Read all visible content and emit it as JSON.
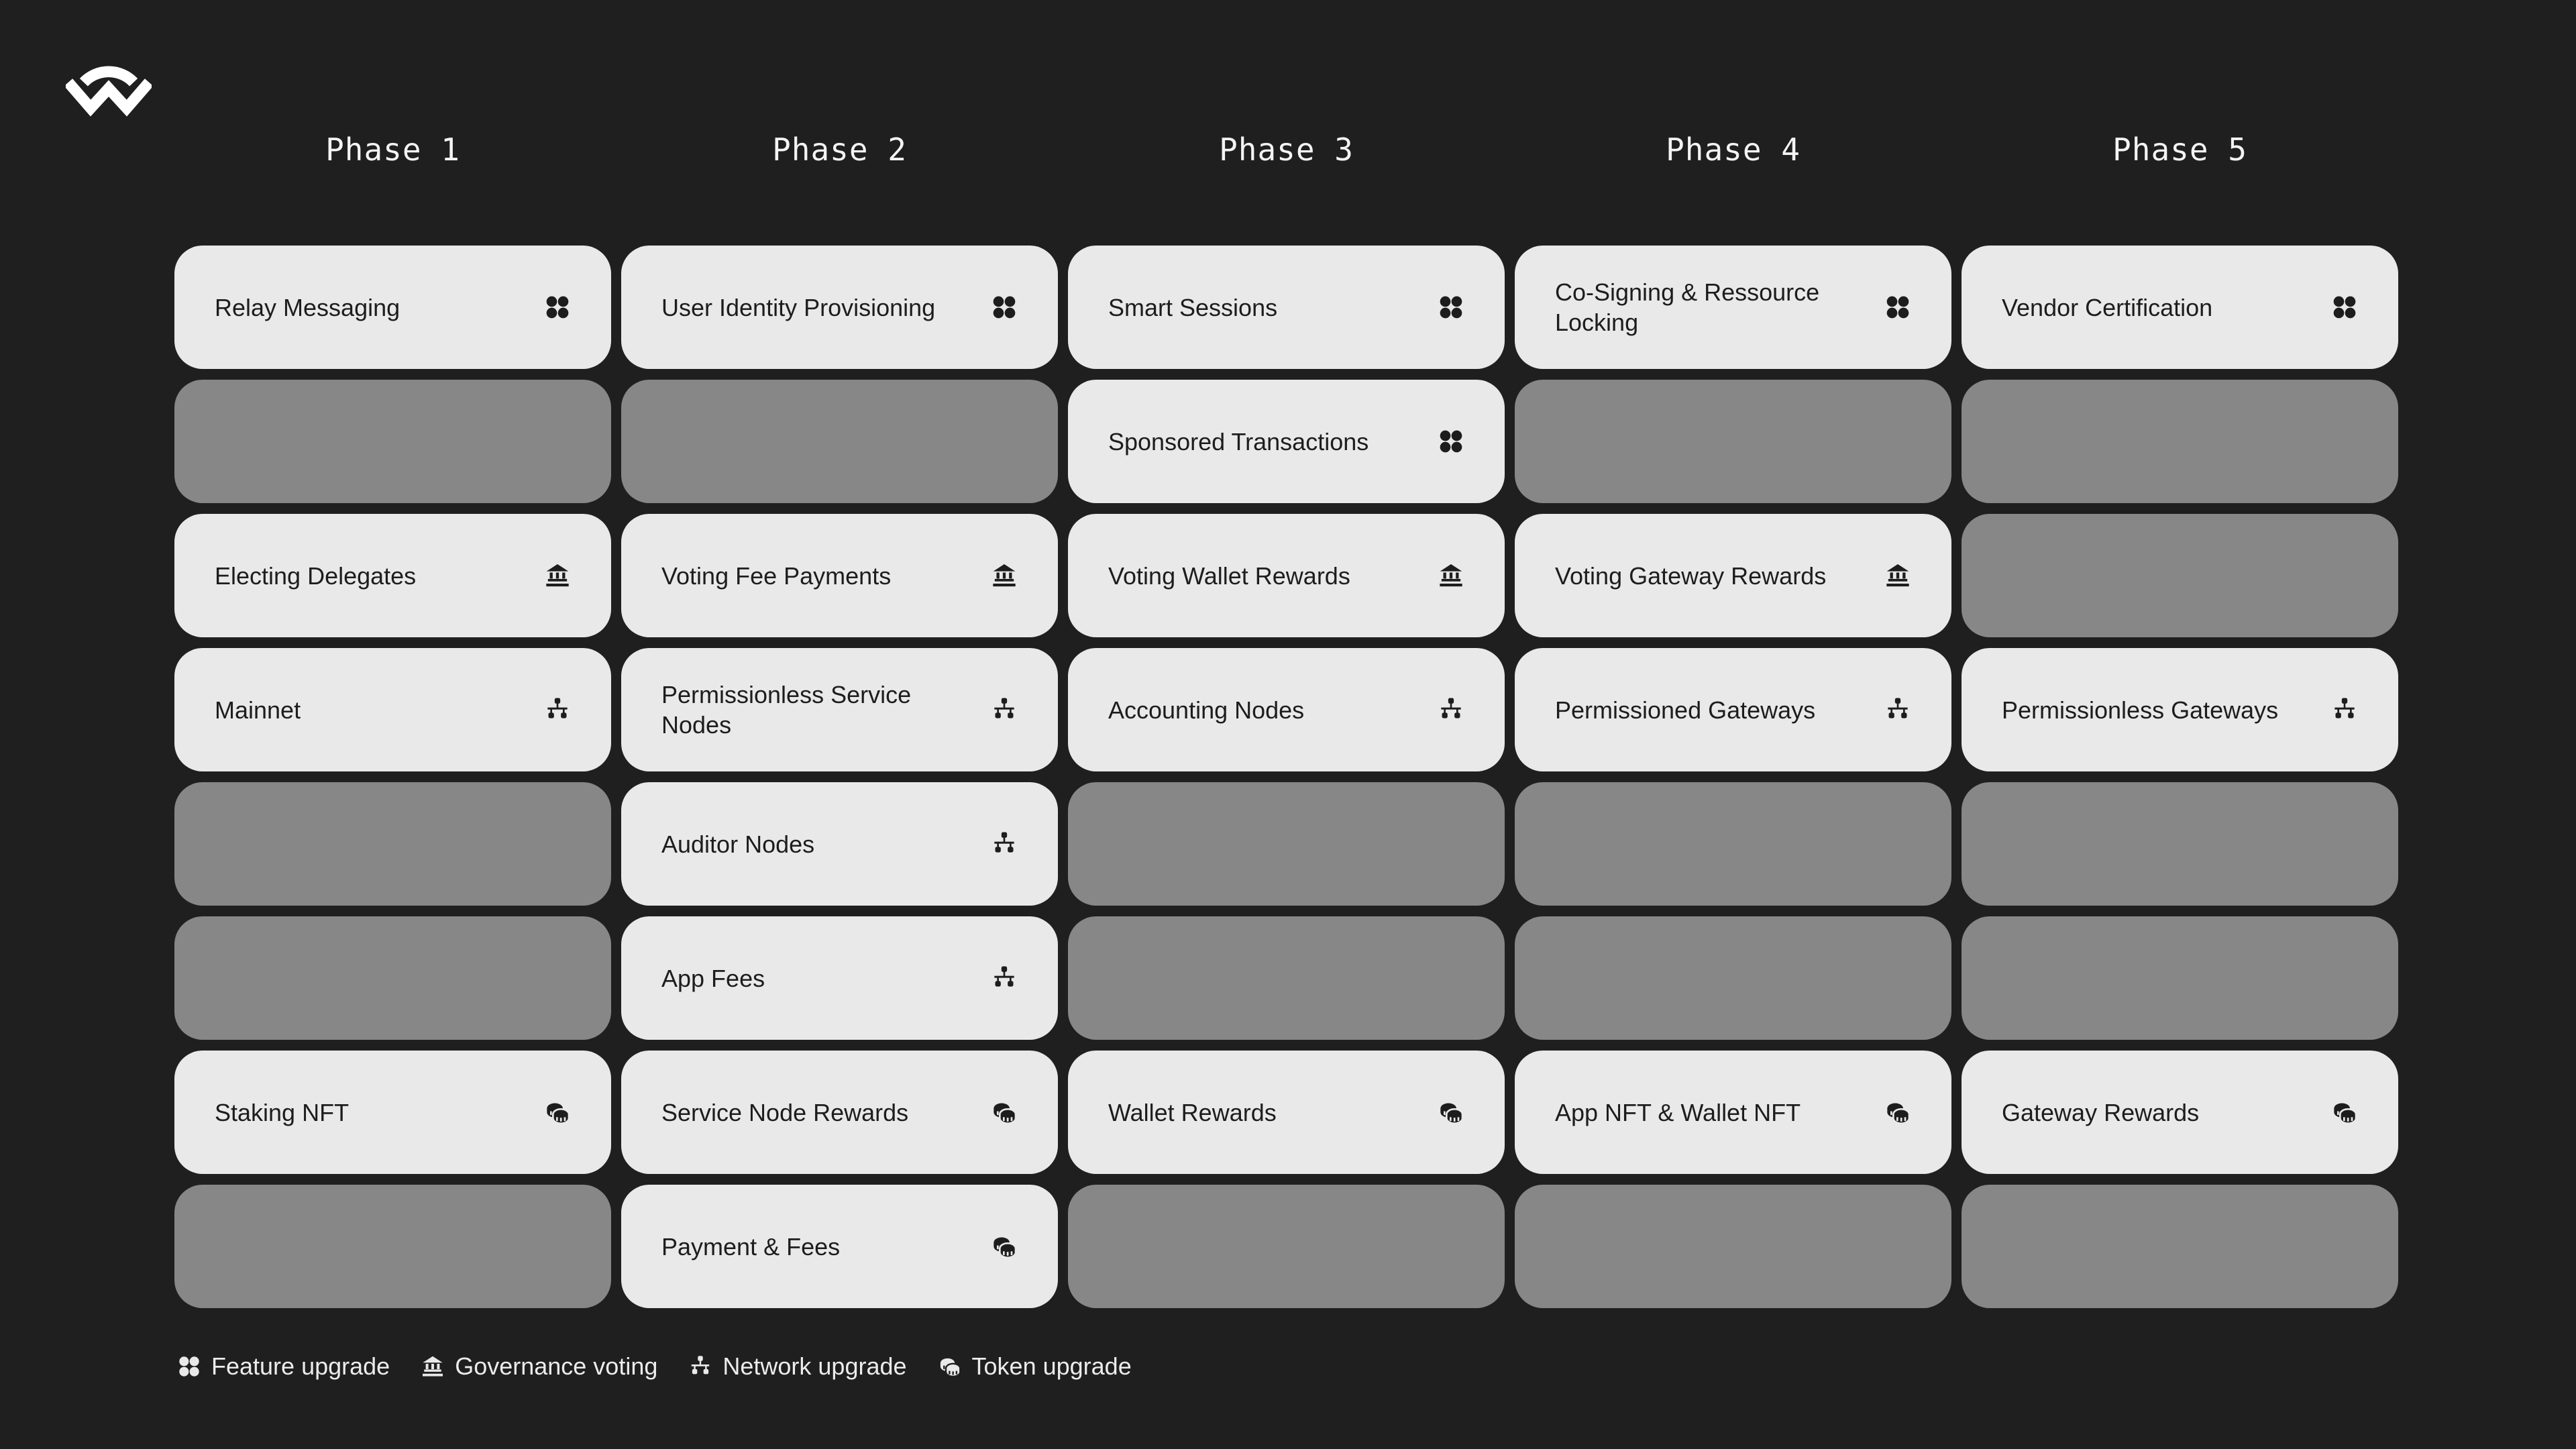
{
  "logo": {
    "name": "walletconnect-logo"
  },
  "phases": [
    {
      "label": "Phase 1",
      "cards": [
        {
          "label": "Relay Messaging",
          "icon": "feature-upgrade-icon"
        },
        {
          "label": null,
          "icon": null
        },
        {
          "label": "Electing Delegates",
          "icon": "governance-voting-icon"
        },
        {
          "label": "Mainnet",
          "icon": "network-upgrade-icon"
        },
        {
          "label": null,
          "icon": null
        },
        {
          "label": null,
          "icon": null
        },
        {
          "label": "Staking NFT",
          "icon": "token-upgrade-icon"
        },
        {
          "label": null,
          "icon": null
        }
      ]
    },
    {
      "label": "Phase 2",
      "cards": [
        {
          "label": "User Identity Provisioning",
          "icon": "feature-upgrade-icon"
        },
        {
          "label": null,
          "icon": null
        },
        {
          "label": "Voting Fee Payments",
          "icon": "governance-voting-icon"
        },
        {
          "label": "Permissionless Service Nodes",
          "icon": "network-upgrade-icon"
        },
        {
          "label": "Auditor Nodes",
          "icon": "network-upgrade-icon"
        },
        {
          "label": "App Fees",
          "icon": "network-upgrade-icon"
        },
        {
          "label": "Service Node Rewards",
          "icon": "token-upgrade-icon"
        },
        {
          "label": "Payment & Fees",
          "icon": "token-upgrade-icon"
        }
      ]
    },
    {
      "label": "Phase 3",
      "cards": [
        {
          "label": "Smart Sessions",
          "icon": "feature-upgrade-icon"
        },
        {
          "label": "Sponsored Transactions",
          "icon": "feature-upgrade-icon"
        },
        {
          "label": "Voting Wallet Rewards",
          "icon": "governance-voting-icon"
        },
        {
          "label": "Accounting Nodes",
          "icon": "network-upgrade-icon"
        },
        {
          "label": null,
          "icon": null
        },
        {
          "label": null,
          "icon": null
        },
        {
          "label": "Wallet Rewards",
          "icon": "token-upgrade-icon"
        },
        {
          "label": null,
          "icon": null
        }
      ]
    },
    {
      "label": "Phase 4",
      "cards": [
        {
          "label": "Co-Signing & Ressource Locking",
          "icon": "feature-upgrade-icon"
        },
        {
          "label": null,
          "icon": null
        },
        {
          "label": "Voting Gateway Rewards",
          "icon": "governance-voting-icon"
        },
        {
          "label": "Permissioned Gateways",
          "icon": "network-upgrade-icon"
        },
        {
          "label": null,
          "icon": null
        },
        {
          "label": null,
          "icon": null
        },
        {
          "label": "App NFT & Wallet NFT",
          "icon": "token-upgrade-icon"
        },
        {
          "label": null,
          "icon": null
        }
      ]
    },
    {
      "label": "Phase 5",
      "cards": [
        {
          "label": "Vendor Certification",
          "icon": "feature-upgrade-icon"
        },
        {
          "label": null,
          "icon": null
        },
        {
          "label": null,
          "icon": null
        },
        {
          "label": "Permissionless Gateways",
          "icon": "network-upgrade-icon"
        },
        {
          "label": null,
          "icon": null
        },
        {
          "label": null,
          "icon": null
        },
        {
          "label": "Gateway Rewards",
          "icon": "token-upgrade-icon"
        },
        {
          "label": null,
          "icon": null
        }
      ]
    }
  ],
  "legend": [
    {
      "icon": "feature-upgrade-icon",
      "label": "Feature upgrade"
    },
    {
      "icon": "governance-voting-icon",
      "label": "Governance voting"
    },
    {
      "icon": "network-upgrade-icon",
      "label": "Network upgrade"
    },
    {
      "icon": "token-upgrade-icon",
      "label": "Token upgrade"
    }
  ],
  "colors": {
    "background": "#1f1f1f",
    "card_light": "#e9e9e9",
    "card_placeholder": "#878787",
    "card_text": "#1d1d1d",
    "header_text": "#f4f4f4",
    "legend_text": "#ececec"
  }
}
